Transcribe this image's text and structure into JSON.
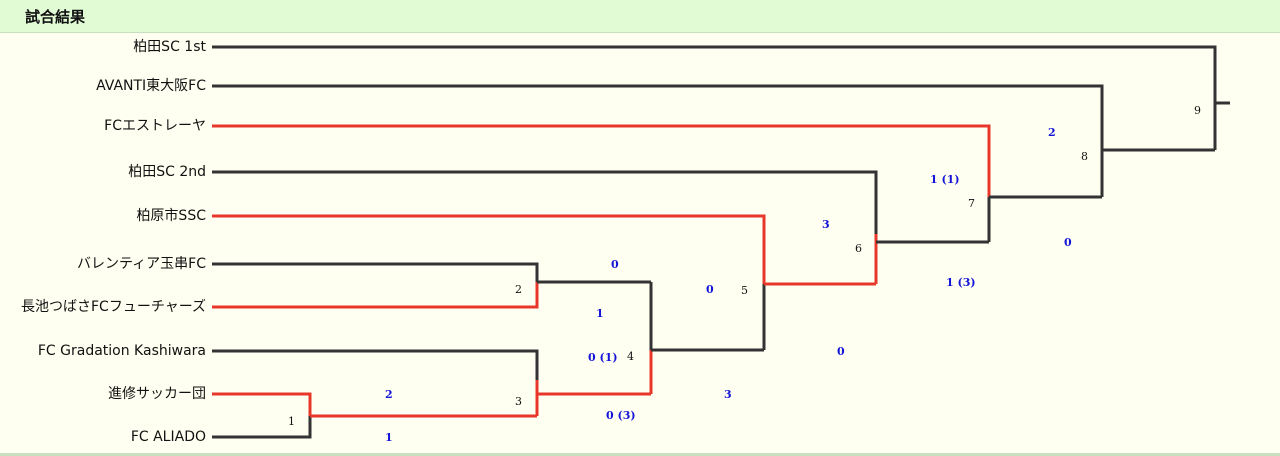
{
  "header": {
    "title": "試合結果"
  },
  "colors": {
    "winner": "#e8372a",
    "loser": "#333333",
    "score": "#1414d8"
  },
  "teams": [
    "柏田SC 1st",
    "AVANTI東大阪FC",
    "FCエストレーヤ",
    "柏田SC 2nd",
    "柏原市SSC",
    "バレンティア玉串FC",
    "長池つばさFCフューチャーズ",
    "FC Gradation Kashiwara",
    "進修サッカー団",
    "FC ALIADO"
  ],
  "matches": [
    {
      "no": "1",
      "top_score": "2",
      "bottom_score": "1"
    },
    {
      "no": "2",
      "top_score": "0",
      "bottom_score": "1"
    },
    {
      "no": "3",
      "top_score": "0 (1)",
      "bottom_score": "0 (3)"
    },
    {
      "no": "4",
      "top_score": "0",
      "bottom_score": "3"
    },
    {
      "no": "5",
      "top_score": "3",
      "bottom_score": "0"
    },
    {
      "no": "6",
      "top_score": "1 (1)",
      "bottom_score": "1 (3)"
    },
    {
      "no": "7",
      "top_score": "2",
      "bottom_score": "0"
    },
    {
      "no": "8",
      "top_score": "",
      "bottom_score": ""
    },
    {
      "no": "9",
      "top_score": "",
      "bottom_score": ""
    }
  ]
}
